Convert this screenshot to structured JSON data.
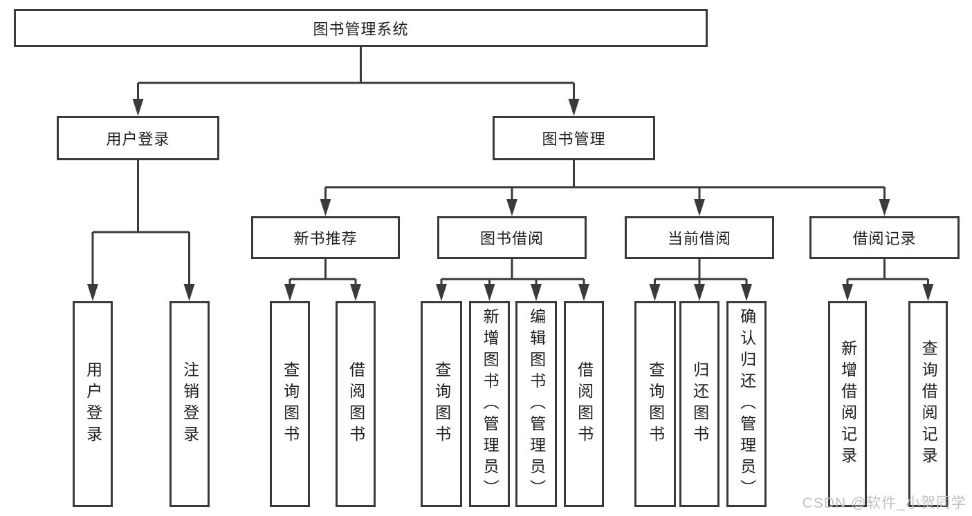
{
  "watermark": "CSDN @软件_小贺同学",
  "colors": {
    "line": "#3a3a3a",
    "text": "#1f1f1f",
    "watermark": "#c2c2c2",
    "background": "#ffffff"
  },
  "tree": {
    "label": "图书管理系统",
    "children": [
      {
        "label": "用户登录",
        "children": [
          {
            "label": "用户登录"
          },
          {
            "label": "注销登录"
          }
        ]
      },
      {
        "label": "图书管理",
        "children": [
          {
            "label": "新书推荐",
            "children": [
              {
                "label": "查询图书"
              },
              {
                "label": "借阅图书"
              }
            ]
          },
          {
            "label": "图书借阅",
            "children": [
              {
                "label": "查询图书"
              },
              {
                "label": "新增图书（管理员）"
              },
              {
                "label": "编辑图书（管理员）"
              },
              {
                "label": "借阅图书"
              }
            ]
          },
          {
            "label": "当前借阅",
            "children": [
              {
                "label": "查询图书"
              },
              {
                "label": "归还图书"
              },
              {
                "label": "确认归还（管理员）"
              }
            ]
          },
          {
            "label": "借阅记录",
            "children": [
              {
                "label": "新增借阅记录"
              },
              {
                "label": "查询借阅记录"
              }
            ]
          }
        ]
      }
    ]
  }
}
